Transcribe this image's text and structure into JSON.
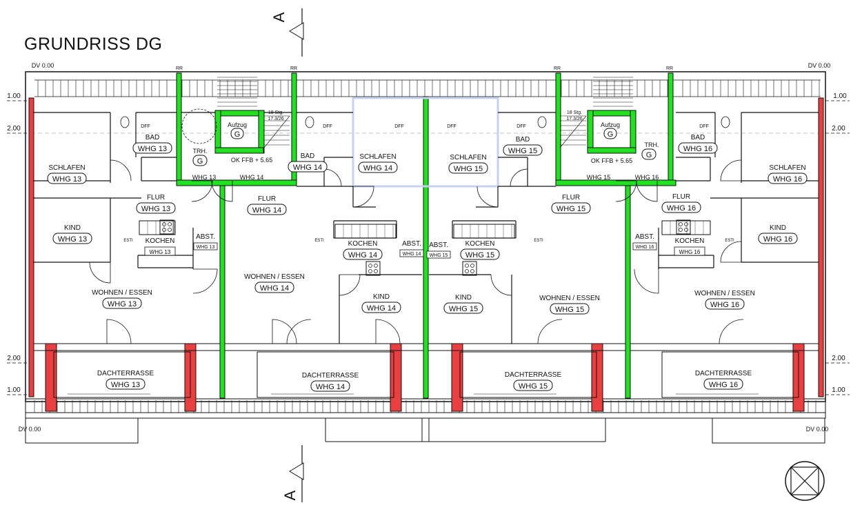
{
  "title": "GRUNDRISS DG",
  "section_marker": "A",
  "levels": {
    "dv": "DV 0.00",
    "one": "1.00",
    "two": "2.00",
    "rr": "RR"
  },
  "colors": {
    "shaft": "#22e022",
    "red_wall": "#e84040",
    "line": "#111111",
    "fill_blue": "#c8d2f0"
  },
  "rooms": [
    {
      "id": "schlafen-13",
      "name": "SCHLAFEN",
      "tag": "WHG 13"
    },
    {
      "id": "bad-13",
      "name": "BAD",
      "tag": "WHG 13"
    },
    {
      "id": "flur-13",
      "name": "FLUR",
      "tag": "WHG 13"
    },
    {
      "id": "kind-13",
      "name": "KIND",
      "tag": "WHG 13"
    },
    {
      "id": "kochen-13",
      "name": "KOCHEN",
      "tag": "WHG 13"
    },
    {
      "id": "abst-13",
      "name": "ABST.",
      "tag": "WHG 13"
    },
    {
      "id": "wohnen-13",
      "name": "WOHNEN / ESSEN",
      "tag": "WHG 13"
    },
    {
      "id": "terrasse-13",
      "name": "DACHTERRASSE",
      "tag": "WHG 13"
    },
    {
      "id": "bad-14",
      "name": "BAD",
      "tag": "WHG 14"
    },
    {
      "id": "flur-14",
      "name": "FLUR",
      "tag": "WHG 14"
    },
    {
      "id": "schlafen-14",
      "name": "SCHLAFEN",
      "tag": "WHG 14"
    },
    {
      "id": "kochen-14",
      "name": "KOCHEN",
      "tag": "WHG 14"
    },
    {
      "id": "abst-14",
      "name": "ABST.",
      "tag": "WHG 14"
    },
    {
      "id": "wohnen-14",
      "name": "WOHNEN / ESSEN",
      "tag": "WHG 14"
    },
    {
      "id": "kind-14",
      "name": "KIND",
      "tag": "WHG 14"
    },
    {
      "id": "terrasse-14",
      "name": "DACHTERRASSE",
      "tag": "WHG 14"
    },
    {
      "id": "schlafen-15",
      "name": "SCHLAFEN",
      "tag": "WHG 15"
    },
    {
      "id": "abst-15",
      "name": "ABST.",
      "tag": "WHG 15"
    },
    {
      "id": "kochen-15",
      "name": "KOCHEN",
      "tag": "WHG 15"
    },
    {
      "id": "kind-15",
      "name": "KIND",
      "tag": "WHG 15"
    },
    {
      "id": "wohnen-15",
      "name": "WOHNEN / ESSEN",
      "tag": "WHG 15"
    },
    {
      "id": "terrasse-15",
      "name": "DACHTERRASSE",
      "tag": "WHG 15"
    },
    {
      "id": "bad-15",
      "name": "BAD",
      "tag": "WHG 15"
    },
    {
      "id": "flur-15",
      "name": "FLUR",
      "tag": "WHG 15"
    },
    {
      "id": "bad-16",
      "name": "BAD",
      "tag": "WHG 16"
    },
    {
      "id": "schlafen-16",
      "name": "SCHLAFEN",
      "tag": "WHG 16"
    },
    {
      "id": "flur-16",
      "name": "FLUR",
      "tag": "WHG 16"
    },
    {
      "id": "kind-16",
      "name": "KIND",
      "tag": "WHG 16"
    },
    {
      "id": "kochen-16",
      "name": "KOCHEN",
      "tag": "WHG 16"
    },
    {
      "id": "abst-16",
      "name": "ABST.",
      "tag": "WHG 16"
    },
    {
      "id": "wohnen-16",
      "name": "WOHNEN / ESSEN",
      "tag": "WHG 16"
    },
    {
      "id": "terrasse-16",
      "name": "DACHTERRASSE",
      "tag": "WHG 16"
    }
  ],
  "core": {
    "aufzug": "Aufzug",
    "g": "G",
    "trh": "TRH.",
    "ok_ffb": "OK FFB + 5.65",
    "stair_count": "18 Stg.",
    "stair_dim": "17.3/26",
    "apt_left": "WHG 13",
    "apt_right": "WHG 14",
    "apt_left_r": "WHG 15",
    "apt_right_r": "WHG 16"
  },
  "fixtures": {
    "dff": "DFF",
    "esti": "ESTI"
  }
}
